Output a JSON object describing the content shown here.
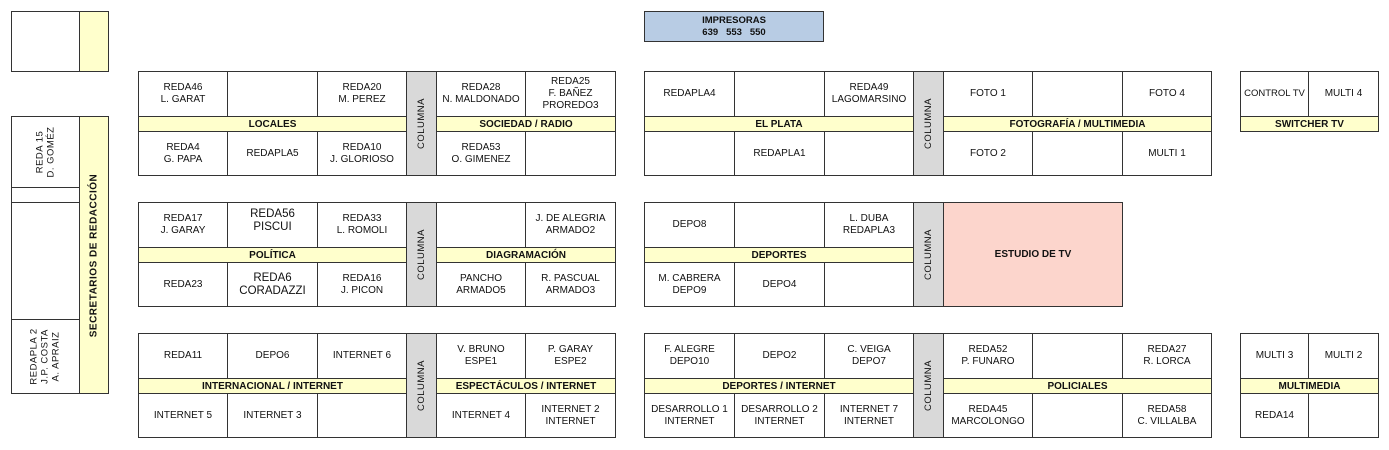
{
  "printers": {
    "title": "IMPRESORAS",
    "numbers": "639   553   550"
  },
  "secretarios": {
    "label": "SECRETARIOS DE REDACCIÓN"
  },
  "left_panel": {
    "top": "REDA 15\nD. GOMÉZ",
    "bottom": "REDAPLA 2\nJ.P. COSTA\nA. APRAIZ"
  },
  "column_label": "COLUMNA",
  "tv_studio": "ESTUDIO DE TV",
  "sections": {
    "locales": {
      "band": "LOCALES",
      "top": [
        "REDA46\nL. GARAT",
        "",
        "REDA20\nM. PEREZ"
      ],
      "bottom": [
        "REDA4\nG. PAPA",
        "REDAPLA5",
        "REDA10\nJ. GLORIOSO"
      ]
    },
    "sociedad": {
      "band": "SOCIEDAD / RADIO",
      "top": [
        "REDA28\nN. MALDONADO",
        "REDA25\nF. BAÑEZ\nPROREDO3"
      ],
      "bottom": [
        "REDA53\nO. GIMENEZ",
        ""
      ]
    },
    "elplata": {
      "band": "EL PLATA",
      "top": [
        "REDAPLA4",
        "",
        "REDA49\nLAGOMARSINO"
      ],
      "bottom": [
        "",
        "REDAPLA1",
        ""
      ]
    },
    "foto": {
      "band": "FOTOGRAFÍA / MULTIMEDIA",
      "top": [
        "FOTO 1",
        "",
        "FOTO 4"
      ],
      "bottom": [
        "FOTO 2",
        "",
        "MULTI 1"
      ]
    },
    "switcher": {
      "band": "SWITCHER TV",
      "top": [
        "CONTROL TV",
        "MULTI 4"
      ]
    },
    "politica": {
      "band": "POLÍTICA",
      "top": [
        "REDA17\nJ. GARAY",
        "REDA56\nPISCUI",
        "REDA33\nL. ROMOLI"
      ],
      "bottom": [
        "REDA23",
        "REDA6\nCORADAZZI",
        "REDA16\nJ. PICON"
      ]
    },
    "diagramacion": {
      "band": "DIAGRAMACIÓN",
      "top": [
        "",
        "J. DE ALEGRIA\nARMADO2"
      ],
      "bottom": [
        "PANCHO\nARMADO5",
        "R. PASCUAL\nARMADO3"
      ]
    },
    "deportes": {
      "band": "DEPORTES",
      "top": [
        "DEPO8",
        "",
        "L. DUBA\nREDAPLA3"
      ],
      "bottom": [
        "M. CABRERA\nDEPO9",
        "DEPO4",
        ""
      ]
    },
    "internacional": {
      "band": "INTERNACIONAL / INTERNET",
      "top": [
        "REDA11",
        "DEPO6",
        "INTERNET 6"
      ],
      "bottom": [
        "INTERNET 5",
        "INTERNET 3",
        ""
      ]
    },
    "espectaculos": {
      "band": "ESPECTÁCULOS / INTERNET",
      "top": [
        "V. BRUNO\nESPE1",
        "P. GARAY\nESPE2"
      ],
      "bottom": [
        "INTERNET 4",
        "INTERNET 2\nINTERNET"
      ]
    },
    "deportes_internet": {
      "band": "DEPORTES / INTERNET",
      "top": [
        "F. ALEGRE\nDEPO10",
        "DEPO2",
        "C. VEIGA\nDEPO7"
      ],
      "bottom": [
        "DESARROLLO 1\nINTERNET",
        "DESARROLLO 2\nINTERNET",
        "INTERNET 7\nINTERNET"
      ]
    },
    "policiales": {
      "band": "POLICIALES",
      "top": [
        "REDA52\nP. FUNARO",
        "",
        "REDA27\nR. LORCA"
      ],
      "bottom": [
        "REDA45\nMARCOLONGO",
        "",
        "REDA58\nC. VILLALBA"
      ]
    },
    "multimedia": {
      "band": "MULTIMEDIA",
      "top": [
        "MULTI 3",
        "MULTI 2"
      ],
      "bottom": [
        "REDA14",
        ""
      ]
    }
  }
}
